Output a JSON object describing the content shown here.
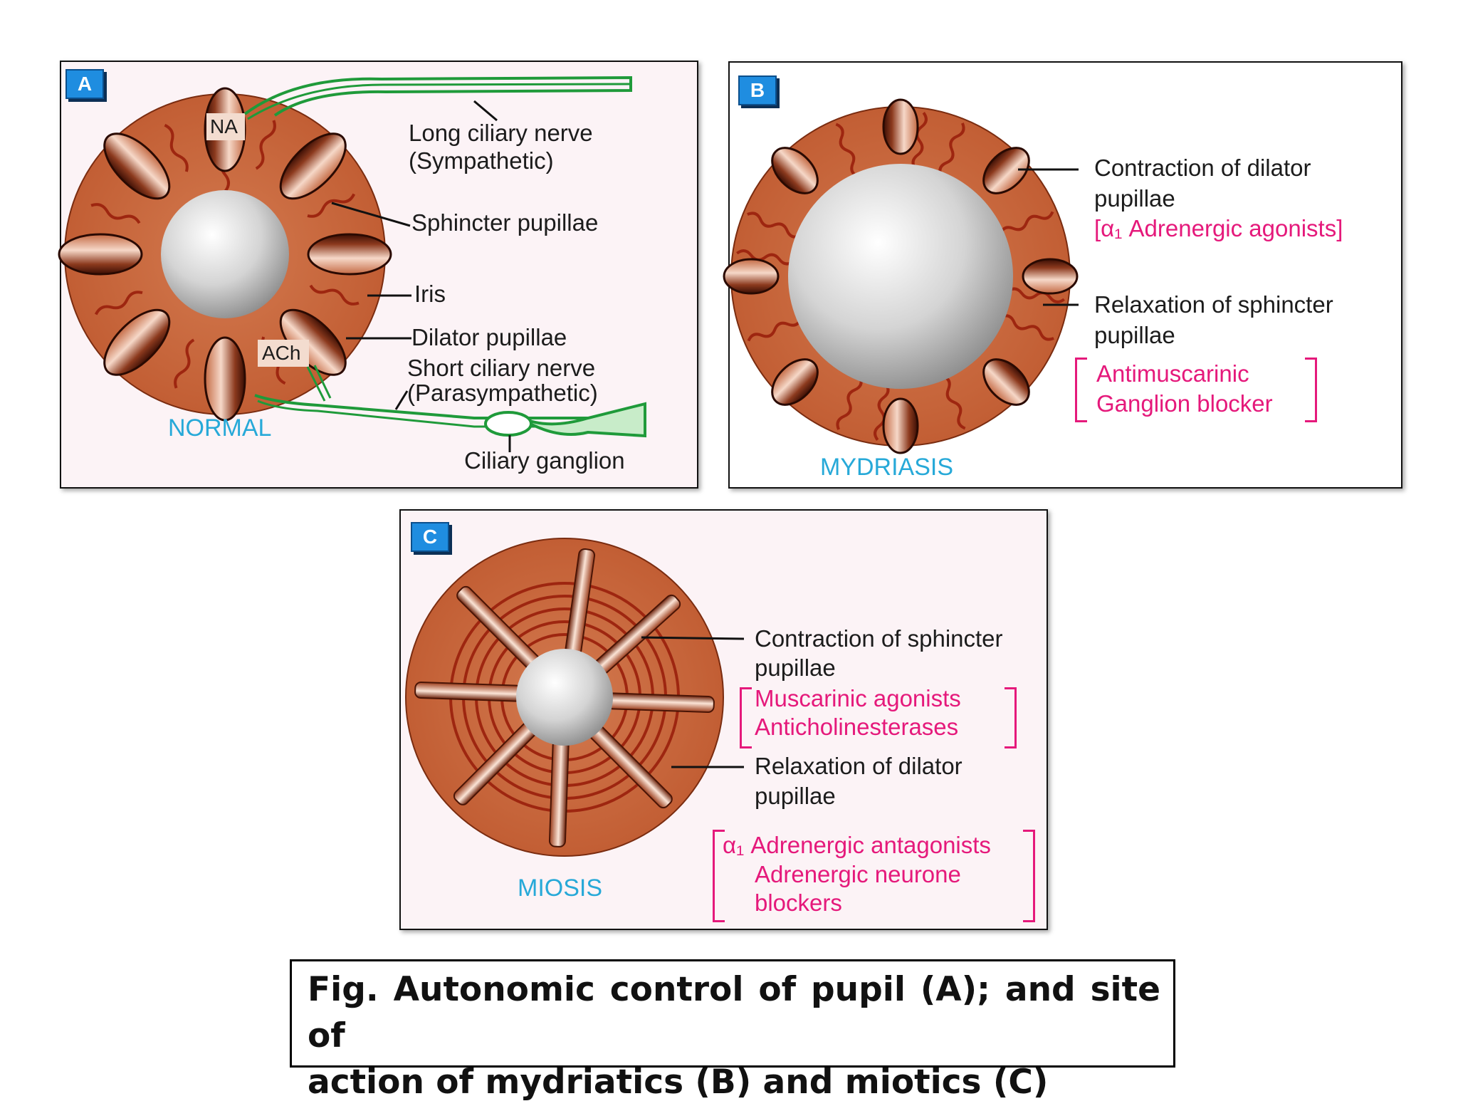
{
  "panels": {
    "a": {
      "badge": "A",
      "state": "NORMAL",
      "labels": {
        "na": "NA",
        "ach": "ACh",
        "long_nerve_1": "Long ciliary nerve",
        "long_nerve_2": "(Sympathetic)",
        "sphincter": "Sphincter pupillae",
        "iris": "Iris",
        "dilator": "Dilator pupillae",
        "short_nerve_1": "Short ciliary nerve",
        "short_nerve_2": "(Parasympathetic)",
        "ganglion": "Ciliary ganglion"
      }
    },
    "b": {
      "badge": "B",
      "state": "MYDRIASIS",
      "labels": {
        "contraction_1": "Contraction of dilator",
        "contraction_2": "pupillae",
        "drug_1": "[α₁ Adrenergic agonists]",
        "relaxation_1": "Relaxation of sphincter",
        "relaxation_2": "pupillae",
        "drug_2": "Antimuscarinic",
        "drug_3": "Ganglion blocker"
      }
    },
    "c": {
      "badge": "C",
      "state": "MIOSIS",
      "labels": {
        "contraction_1": "Contraction of sphincter",
        "contraction_2": "pupillae",
        "drug_1": "Muscarinic agonists",
        "drug_2": "Anticholinesterases",
        "relaxation_1": "Relaxation of dilator",
        "relaxation_2": "pupillae",
        "drug_3": "α₁ Adrenergic antagonists",
        "drug_4": "Adrenergic neurone",
        "drug_5": "blockers"
      }
    }
  },
  "caption": {
    "line1": "Fig. Autonomic control of pupil (A); and site of",
    "line2": "action of mydriatics (B) and miotics (C)"
  },
  "colors": {
    "iris": "#c9683f",
    "muscle": "#a82a10",
    "nerve": "#1f9a3a",
    "drug_text": "#e5197b",
    "state_text": "#27a9d8",
    "badge": "#1f8de0"
  }
}
